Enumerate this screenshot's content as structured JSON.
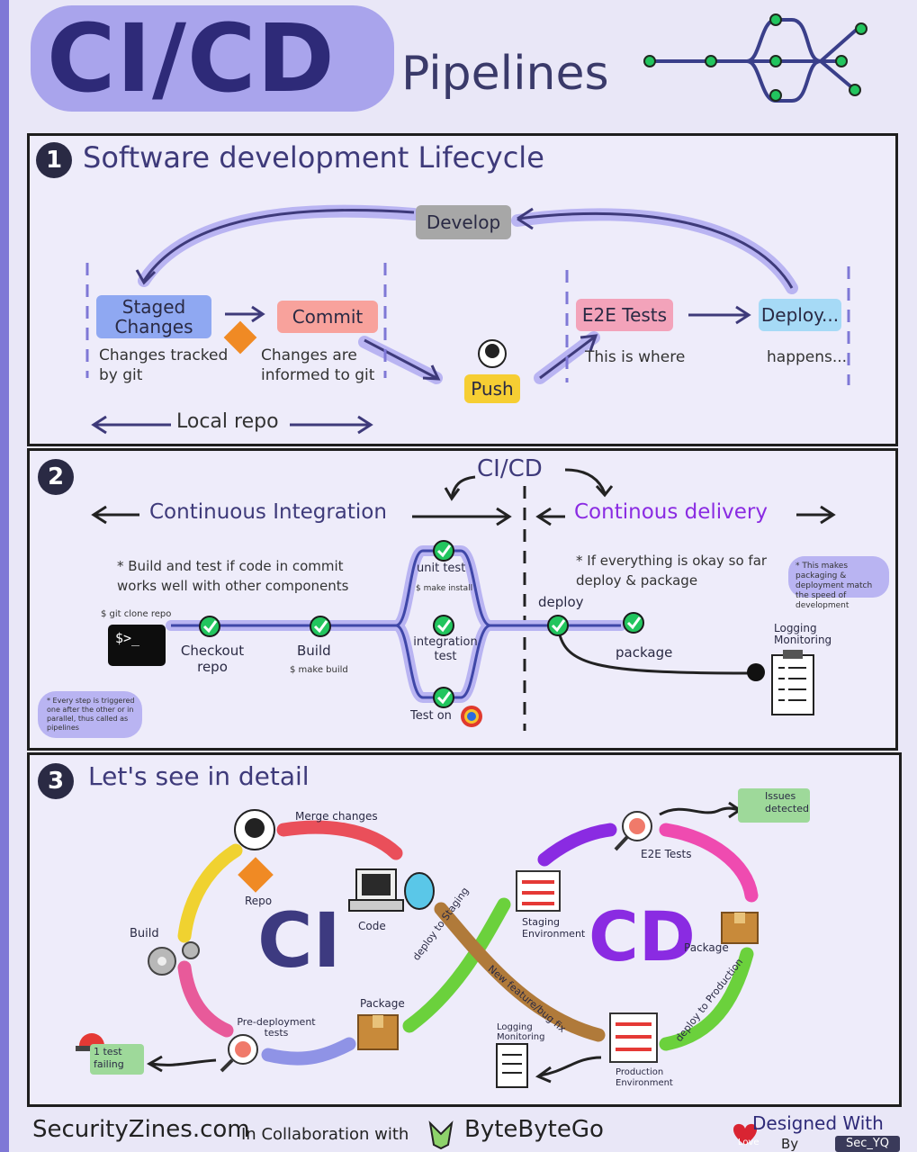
{
  "header": {
    "title": "CI/CD",
    "subtitle": "Pipelines"
  },
  "s1": {
    "num": "1",
    "heading": "Software development Lifecycle",
    "develop": "Develop",
    "staged": "Staged Changes",
    "commit": "Commit",
    "push": "Push",
    "e2e": "E2E Tests",
    "deploy": "Deploy...",
    "staged_note": "Changes tracked by git",
    "commit_note": "Changes are informed to git",
    "e2e_note": "This is where",
    "deploy_note": "happens...",
    "local_repo": "Local repo"
  },
  "s2": {
    "num": "2",
    "cicd": "CI/CD",
    "ci": "Continuous Integration",
    "cd": "Continous delivery",
    "ci_note": "* Build and test if code in commit works well with other components",
    "cd_note": "* If everything is okay so far deploy & package",
    "side_note": "* This makes packaging & deployment match the speed of development",
    "git_clone": "$ git clone repo",
    "terminal": "$>_",
    "checkout": "Checkout repo",
    "build": "Build",
    "make_build": "$ make build",
    "unit": "unit test",
    "make_install": "$ make install",
    "integration": "integration test",
    "test_on": "Test on",
    "deploy": "deploy",
    "package": "package",
    "logging": "Logging Monitoring",
    "footnote": "* Every step is triggered one after the other or in parallel, thus called as pipelines"
  },
  "s3": {
    "num": "3",
    "heading": "Let's see in detail",
    "ci": "CI",
    "cd": "CD",
    "merge": "Merge changes",
    "repo": "Repo",
    "code": "Code",
    "build": "Build",
    "predeploy": "Pre-deployment tests",
    "package_l": "Package",
    "failing": "1 test failing",
    "deploy_staging": "deploy to Staging",
    "new_feature": "New feature/bug fix",
    "staging_env": "Staging Environment",
    "e2e": "E2E Tests",
    "issues": "Issues detected",
    "package_r": "Package",
    "deploy_prod": "deploy to Production",
    "prod_env": "Production Environment",
    "logging": "Logging Monitoring"
  },
  "footer": {
    "site": "SecurityZines.com",
    "collab": "In Collaboration with",
    "partner": "ByteByteGo",
    "designed": "Designed With",
    "love": "Love",
    "by": "By",
    "handle": "Sec_YQ"
  },
  "colors": {
    "accent": "#7f78d6",
    "ci_text": "#3d3a80",
    "cd_text": "#8a2be2",
    "check": "#22c55e",
    "yellow": "#f0d230",
    "red": "#ea4f5a",
    "pink": "#e85a9a",
    "green_arc": "#6bd13c",
    "brown": "#b07a3a",
    "purple_arc": "#8a2be2"
  }
}
